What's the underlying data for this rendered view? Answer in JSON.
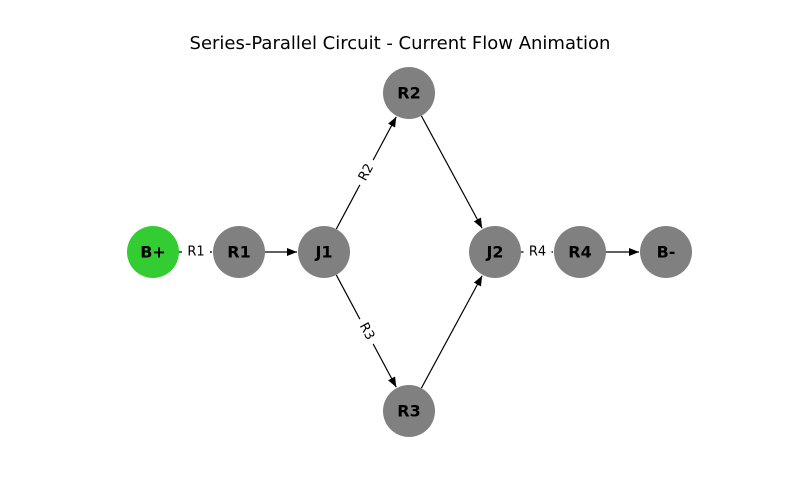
{
  "title": "Series-Parallel Circuit - Current Flow Animation",
  "colors": {
    "active_node": "#33cc33",
    "node": "#808080",
    "edge": "#000000"
  },
  "nodes": [
    {
      "id": "Bplus",
      "label": "B+",
      "state": "active"
    },
    {
      "id": "R1",
      "label": "R1",
      "state": "idle"
    },
    {
      "id": "J1",
      "label": "J1",
      "state": "idle"
    },
    {
      "id": "R2",
      "label": "R2",
      "state": "idle"
    },
    {
      "id": "R3",
      "label": "R3",
      "state": "idle"
    },
    {
      "id": "J2",
      "label": "J2",
      "state": "idle"
    },
    {
      "id": "R4",
      "label": "R4",
      "state": "idle"
    },
    {
      "id": "Bminus",
      "label": "B-",
      "state": "idle"
    }
  ],
  "edges": [
    {
      "from": "Bplus",
      "to": "R1",
      "label": "R1"
    },
    {
      "from": "R1",
      "to": "J1",
      "label": ""
    },
    {
      "from": "J1",
      "to": "R2",
      "label": "R2"
    },
    {
      "from": "J1",
      "to": "R3",
      "label": "R3"
    },
    {
      "from": "R2",
      "to": "J2",
      "label": ""
    },
    {
      "from": "R3",
      "to": "J2",
      "label": ""
    },
    {
      "from": "J2",
      "to": "R4",
      "label": "R4"
    },
    {
      "from": "R4",
      "to": "Bminus",
      "label": ""
    }
  ]
}
